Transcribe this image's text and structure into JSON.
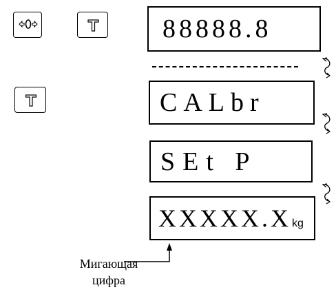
{
  "keys": [
    {
      "name": "zero-key",
      "icon": "zero-arrows-icon"
    },
    {
      "name": "tare-key",
      "icon": "tare-t-icon"
    },
    {
      "name": "tare-key-second",
      "icon": "tare-t-icon"
    }
  ],
  "displays": {
    "display_1": "88888.8",
    "display_2": "CALbr",
    "display_3": "SEt P",
    "display_4": "XXXXX.X",
    "display_4_unit": "kg"
  },
  "annotation": {
    "line1": "Мигающая",
    "line2": "цифра"
  }
}
